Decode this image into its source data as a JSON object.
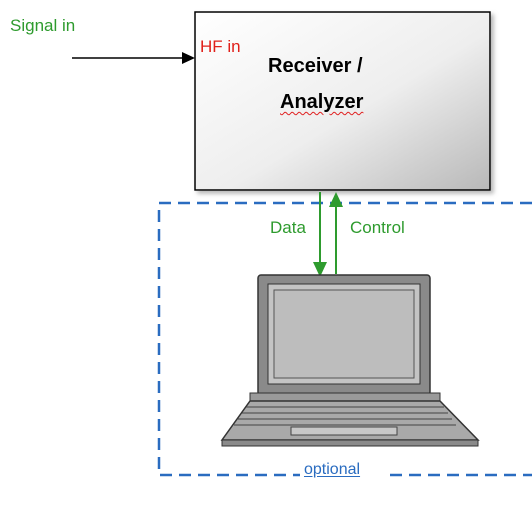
{
  "labels": {
    "signal_in": "Signal in",
    "hf_in": "HF in",
    "box_title_line1": "Receiver /",
    "box_title_line2": "Analyzer",
    "data": "Data",
    "control": "Control",
    "optional": "optional"
  },
  "colors": {
    "green_text": "#2e9b2e",
    "red_text": "#e0201a",
    "dashed_border": "#2a6cc0",
    "arrow_green": "#2e9b2e"
  },
  "icons": [
    "laptop-icon"
  ]
}
